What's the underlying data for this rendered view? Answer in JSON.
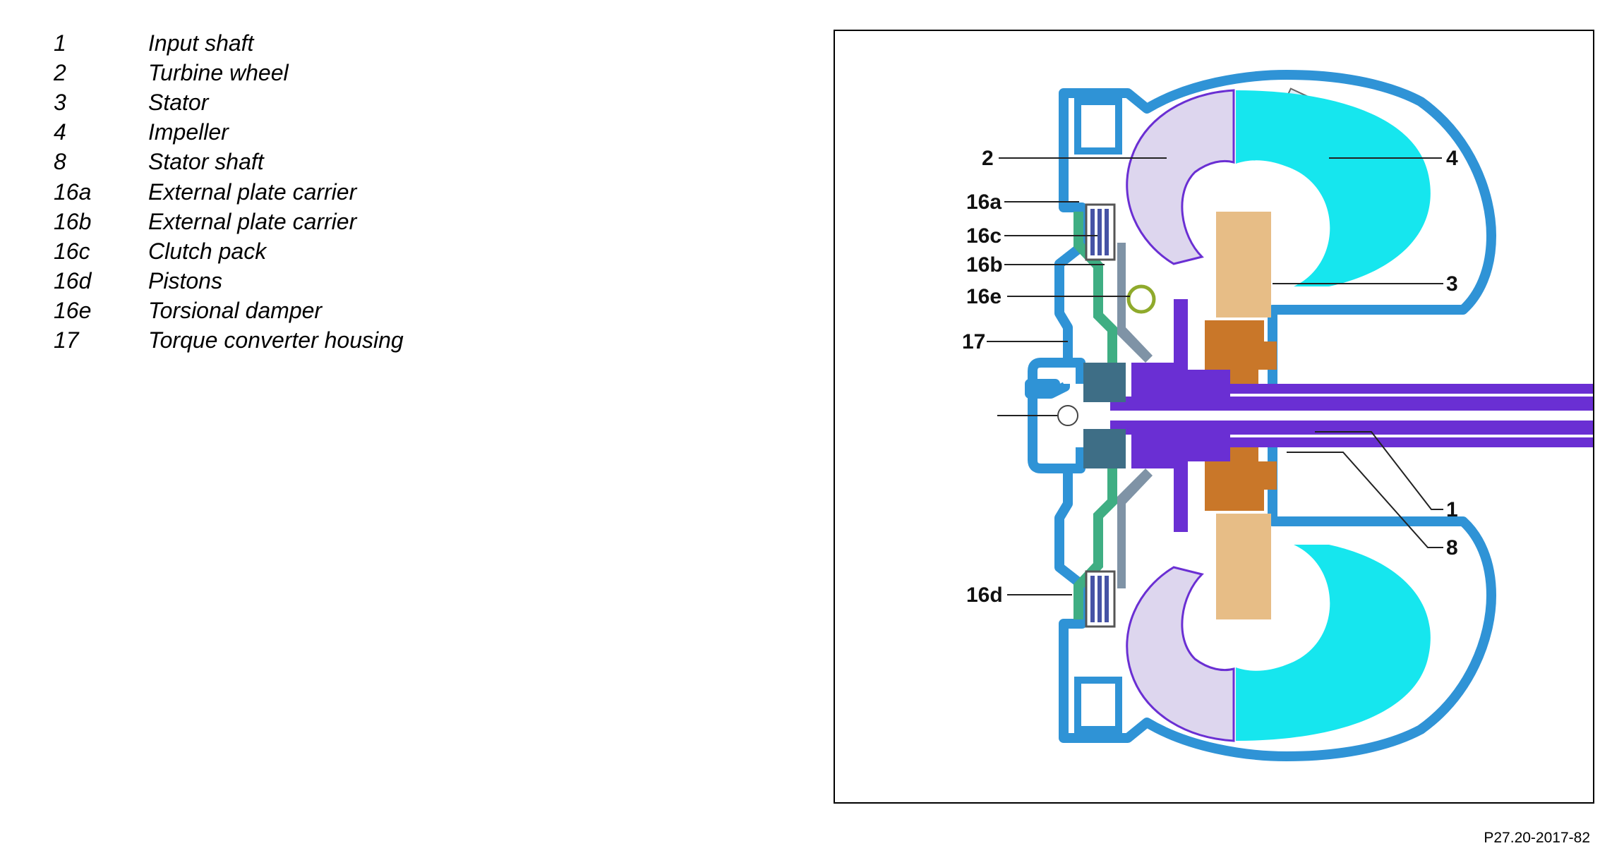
{
  "legend": [
    {
      "num": "1",
      "label": "Input shaft"
    },
    {
      "num": "2",
      "label": "Turbine wheel"
    },
    {
      "num": "3",
      "label": "Stator"
    },
    {
      "num": "4",
      "label": "Impeller"
    },
    {
      "num": "8",
      "label": "Stator shaft"
    },
    {
      "num": "16a",
      "label": "External plate carrier"
    },
    {
      "num": "16b",
      "label": "External plate carrier"
    },
    {
      "num": "16c",
      "label": "Clutch pack"
    },
    {
      "num": "16d",
      "label": "Pistons"
    },
    {
      "num": "16e",
      "label": "Torsional damper"
    },
    {
      "num": "17",
      "label": "Torque converter housing"
    }
  ],
  "diagram": {
    "callouts": {
      "c2": "2",
      "c4": "4",
      "c16a": "16a",
      "c16c": "16c",
      "c16b": "16b",
      "c16e": "16e",
      "c3": "3",
      "c17": "17",
      "c1": "1",
      "c8": "8",
      "c16d": "16d"
    },
    "colors": {
      "housing": "#2f93d6",
      "impeller": "#16e6ee",
      "turbine": "#ddd6ee",
      "stator": "#e7bd86",
      "stator_hub": "#c97729",
      "shaft": "#6a2fd3",
      "piston": "#3fae83",
      "damper": "#8faa2c",
      "clutch": "#4653a5"
    }
  },
  "figure_id": "P27.20-2017-82"
}
